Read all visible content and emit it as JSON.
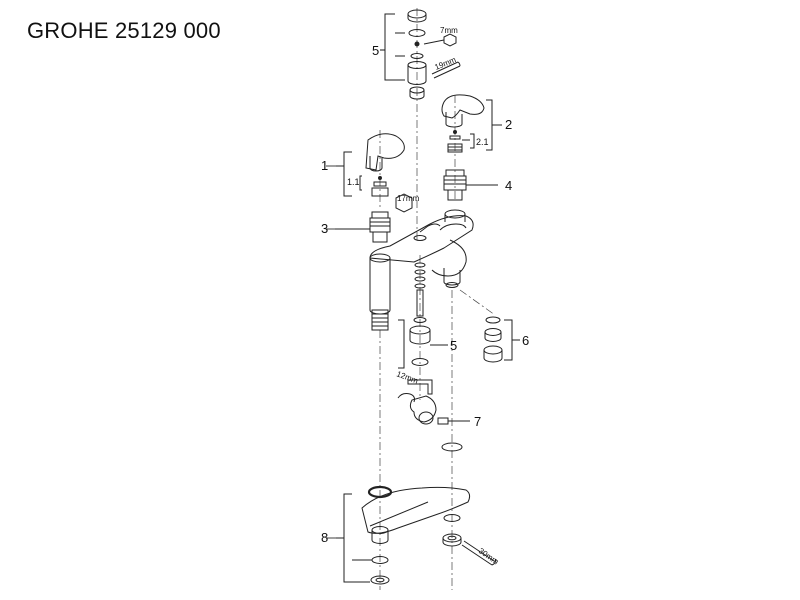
{
  "document": {
    "title": "GROHE 25129 000"
  },
  "callouts": {
    "c1": "1",
    "c1_1": "1.1",
    "c2": "2",
    "c2_1": "2.1",
    "c3": "3",
    "c4": "4",
    "c5_top": "5",
    "c5_mid": "5",
    "c6": "6",
    "c7": "7",
    "c8": "8"
  },
  "tool_sizes": {
    "hex_7mm": "7mm",
    "wrench_19mm": "19mm",
    "hex_17mm": "17mm",
    "allen_12mm": "12mm",
    "wrench_30mm": "30mm"
  }
}
